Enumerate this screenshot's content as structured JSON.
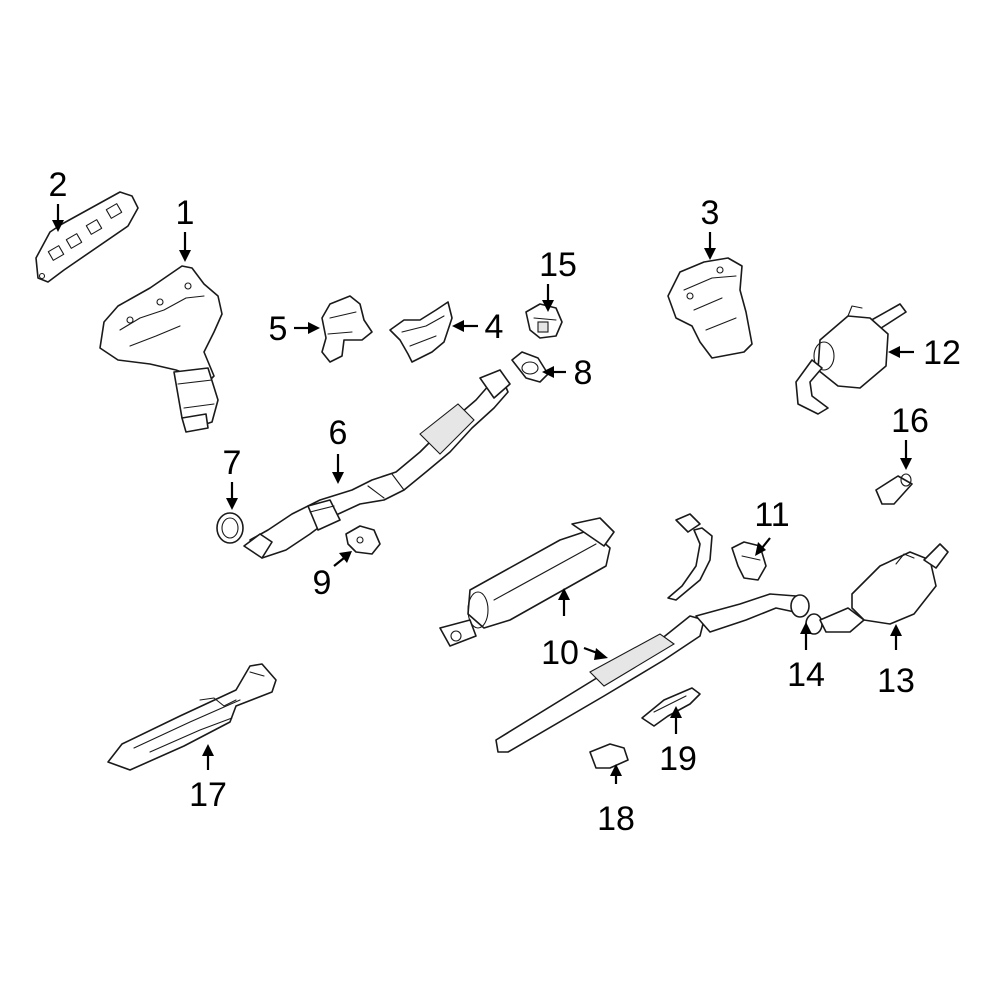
{
  "diagram": {
    "callouts": [
      {
        "id": "callout-1",
        "label": "1"
      },
      {
        "id": "callout-2",
        "label": "2"
      },
      {
        "id": "callout-3",
        "label": "3"
      },
      {
        "id": "callout-4",
        "label": "4"
      },
      {
        "id": "callout-5",
        "label": "5"
      },
      {
        "id": "callout-6",
        "label": "6"
      },
      {
        "id": "callout-7",
        "label": "7"
      },
      {
        "id": "callout-8",
        "label": "8"
      },
      {
        "id": "callout-9",
        "label": "9"
      },
      {
        "id": "callout-10",
        "label": "10"
      },
      {
        "id": "callout-11",
        "label": "11"
      },
      {
        "id": "callout-12",
        "label": "12"
      },
      {
        "id": "callout-13",
        "label": "13"
      },
      {
        "id": "callout-14",
        "label": "14"
      },
      {
        "id": "callout-15",
        "label": "15"
      },
      {
        "id": "callout-16",
        "label": "16"
      },
      {
        "id": "callout-17",
        "label": "17"
      },
      {
        "id": "callout-18",
        "label": "18"
      },
      {
        "id": "callout-19",
        "label": "19"
      }
    ]
  }
}
